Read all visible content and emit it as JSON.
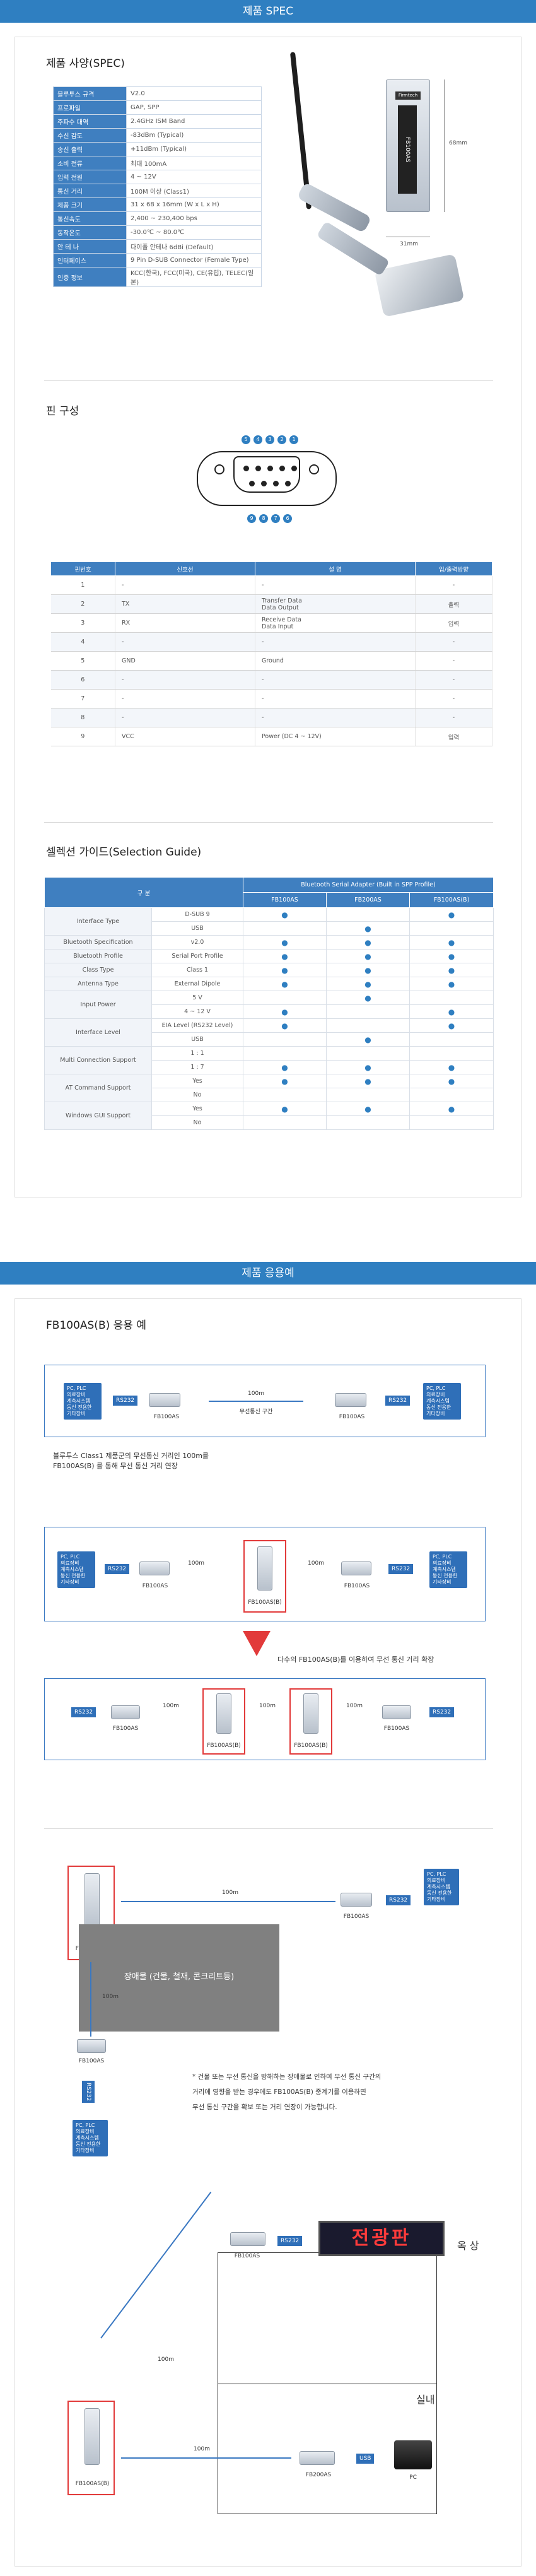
{
  "banners": {
    "spec": "제품 SPEC",
    "apps": "제품 응용예"
  },
  "spec": {
    "title": "제품 사양(SPEC)",
    "rows": [
      [
        "블루투스 규격",
        "V2.0"
      ],
      [
        "프로파일",
        "GAP, SPP"
      ],
      [
        "주파수 대역",
        "2.4GHz ISM Band"
      ],
      [
        "수신 감도",
        "-83dBm (Typical)"
      ],
      [
        "송신 출력",
        "+11dBm (Typical)"
      ],
      [
        "소비 전류",
        "최대 100mA"
      ],
      [
        "입력 전원",
        "4 ~ 12V"
      ],
      [
        "통신 거리",
        "100M 이상 (Class1)"
      ],
      [
        "제품 크기",
        "31 x 68 x 16mm (W x L x H)"
      ],
      [
        "통신속도",
        "2,400 ~ 230,400 bps"
      ],
      [
        "동작온도",
        "-30.0℃ ~ 80.0℃"
      ],
      [
        "안 테 나",
        "다이폴 안테나 6dBi (Default)"
      ],
      [
        "인터페이스",
        "9 Pin D-SUB Connector (Female Type)"
      ],
      [
        "인증 정보",
        "KCC(한국), FCC(미국), CE(유럽), TELEC(일본)"
      ]
    ],
    "dim_h": "68mm",
    "dim_w": "31mm",
    "device_label": "FB100AS",
    "brand": "Firmtech"
  },
  "pins": {
    "title": "핀 구성",
    "top_numbers": [
      "5",
      "4",
      "3",
      "2",
      "1"
    ],
    "bottom_numbers": [
      "9",
      "8",
      "7",
      "6"
    ],
    "headers": [
      "핀번호",
      "신호선",
      "설 명",
      "입/출력방향"
    ],
    "rows": [
      [
        "1",
        "-",
        "-",
        "-"
      ],
      [
        "2",
        "TX",
        "Transfer Data\nData Output",
        "출력"
      ],
      [
        "3",
        "RX",
        "Receive Data\nData Input",
        "입력"
      ],
      [
        "4",
        "-",
        "-",
        "-"
      ],
      [
        "5",
        "GND",
        "Ground",
        "-"
      ],
      [
        "6",
        "-",
        "-",
        "-"
      ],
      [
        "7",
        "-",
        "-",
        "-"
      ],
      [
        "8",
        "-",
        "-",
        "-"
      ],
      [
        "9",
        "VCC",
        "Power (DC 4 ~ 12V)",
        "입력"
      ]
    ]
  },
  "selection": {
    "title": "셀렉션 가이드(Selection Guide)",
    "corner": "구 분",
    "group_header": "Bluetooth Serial Adapter (Built in SPP Profile)",
    "models": [
      "FB100AS",
      "FB200AS",
      "FB100AS(B)"
    ],
    "rows": [
      {
        "group": "Interface Type",
        "sub": "D-SUB 9",
        "marks": [
          "●",
          "",
          "●"
        ]
      },
      {
        "group": "",
        "sub": "USB",
        "marks": [
          "",
          "●",
          ""
        ]
      },
      {
        "group": "Bluetooth Specification",
        "sub": "v2.0",
        "marks": [
          "●",
          "●",
          "●"
        ]
      },
      {
        "group": "Bluetooth Profile",
        "sub": "Serial Port Profile",
        "marks": [
          "●",
          "●",
          "●"
        ]
      },
      {
        "group": "Class Type",
        "sub": "Class 1",
        "marks": [
          "●",
          "●",
          "●"
        ]
      },
      {
        "group": "Antenna Type",
        "sub": "External Dipole",
        "marks": [
          "●",
          "●",
          "●"
        ]
      },
      {
        "group": "Input Power",
        "sub": "5 V",
        "marks": [
          "",
          "●",
          ""
        ]
      },
      {
        "group": "",
        "sub": "4 ~ 12 V",
        "marks": [
          "●",
          "",
          "●"
        ]
      },
      {
        "group": "Interface Level",
        "sub": "EIA Level (RS232 Level)",
        "marks": [
          "●",
          "",
          "●"
        ]
      },
      {
        "group": "",
        "sub": "USB",
        "marks": [
          "",
          "●",
          ""
        ]
      },
      {
        "group": "Multi Connection Support",
        "sub": "1 : 1",
        "marks": [
          "",
          "",
          ""
        ]
      },
      {
        "group": "",
        "sub": "1 : 7",
        "marks": [
          "●",
          "●",
          "●"
        ]
      },
      {
        "group": "AT Command Support",
        "sub": "Yes",
        "marks": [
          "●",
          "●",
          "●"
        ]
      },
      {
        "group": "",
        "sub": "No",
        "marks": [
          "",
          "",
          ""
        ]
      },
      {
        "group": "Windows GUI Support",
        "sub": "Yes",
        "marks": [
          "●",
          "●",
          "●"
        ]
      },
      {
        "group": "",
        "sub": "No",
        "marks": [
          "",
          "",
          ""
        ]
      }
    ]
  },
  "apps": {
    "title": "FB100AS(B) 응용 예",
    "pc_box": "PC, PLC\n의료장비\n계측시스템\n동신 전용한\n기타장비",
    "rs232": "RS232",
    "usb": "USB",
    "d100": "100m",
    "wireless": "무선통신 구간",
    "fb100as": "FB100AS",
    "fb100asb": "FB100AS(B)",
    "fb200as": "FB200AS",
    "pc": "PC",
    "note1": "블루투스 Class1 제품군의 무선통신 거리인 100m를\nFB100AS(B) 를 통해 무선 통신 거리 연장",
    "note2": "다수의 FB100AS(B)를 이용하여 무선 통신 거리 확장",
    "obstacle": "장애물 (건물, 철재, 콘크리트등)",
    "note3": "* 건물 또는 무선 통신을 방해하는 장애물로 인하여 무선 통신 구간의\n거리에 영향을 받는 경우에도 FB100AS(B) 중계기를 이용하면\n무선 통신 구간을 확보 또는 거리 연장이 가능합니다.",
    "rooftop": "옥 상",
    "indoor": "실내",
    "sign_text": "전광판"
  },
  "colors": {
    "brand": "#2f7fc1",
    "header": "#3f7fc0",
    "accent_red": "#e23a3a"
  }
}
